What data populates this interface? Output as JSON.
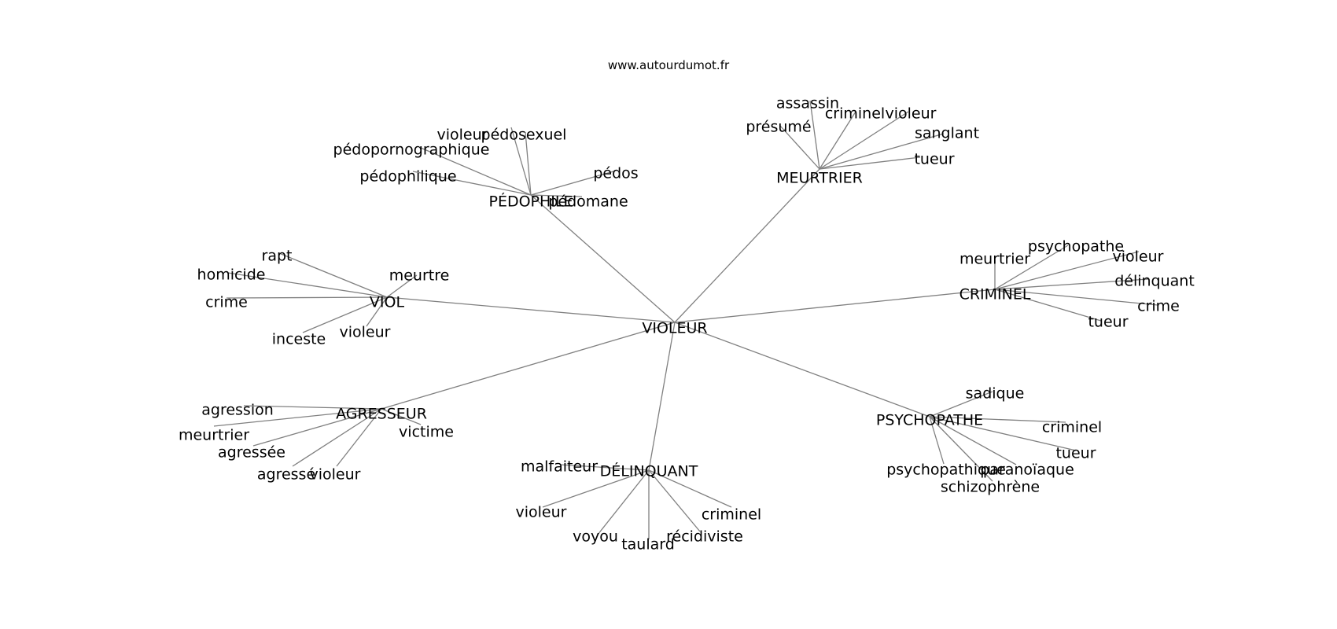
{
  "header": {
    "site": "www.autourdumot.fr"
  },
  "graph": {
    "center": "VIOLEUR",
    "clusters": [
      {
        "hub": "PÉDOPHILE",
        "words": [
          "violeur",
          "pédosexuel",
          "pédopornographique",
          "pédophilique",
          "pédos",
          "pédomane"
        ]
      },
      {
        "hub": "MEURTRIER",
        "words": [
          "assassin",
          "présumé",
          "criminel",
          "violeur",
          "sanglant",
          "tueur"
        ]
      },
      {
        "hub": "CRIMINEL",
        "words": [
          "meurtrier",
          "psychopathe",
          "violeur",
          "délinquant",
          "crime",
          "tueur"
        ]
      },
      {
        "hub": "VIOL",
        "words": [
          "rapt",
          "homicide",
          "meurtre",
          "crime",
          "inceste",
          "violeur"
        ]
      },
      {
        "hub": "AGRESSEUR",
        "words": [
          "agression",
          "meurtrier",
          "victime",
          "agressée",
          "agressé",
          "violeur"
        ]
      },
      {
        "hub": "DÉLINQUANT",
        "words": [
          "malfaiteur",
          "violeur",
          "voyou",
          "taulard",
          "récidiviste",
          "criminel"
        ]
      },
      {
        "hub": "PSYCHOPATHE",
        "words": [
          "sadique",
          "criminel",
          "tueur",
          "psychopathique",
          "paranoïaque",
          "schizophrène"
        ]
      }
    ]
  }
}
